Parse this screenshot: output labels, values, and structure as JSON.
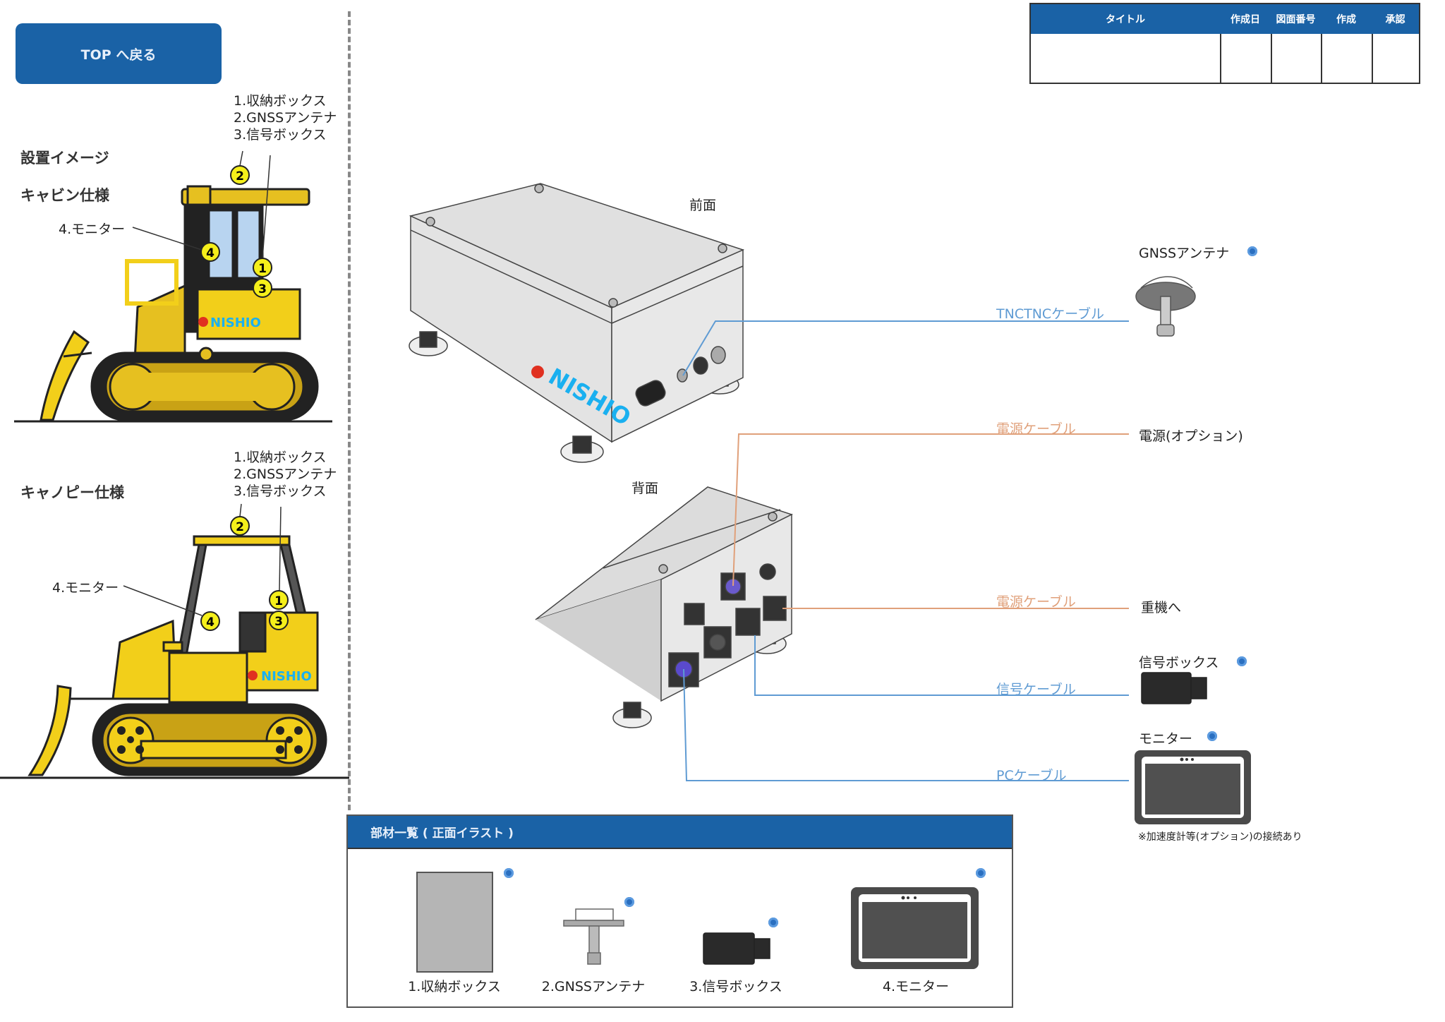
{
  "nav": {
    "back_button": "TOP へ戻る"
  },
  "left": {
    "section_title": "設置イメージ",
    "cabin": {
      "title": "キャビン仕様",
      "parts_list": [
        "1.収納ボックス",
        "2.GNSSアンテナ",
        "3.信号ボックス"
      ],
      "monitor_label": "4.モニター",
      "markers": [
        "1",
        "2",
        "3",
        "4"
      ],
      "logo": "NISHIO"
    },
    "canopy": {
      "title": "キャノピー仕様",
      "parts_list": [
        "1.収納ボックス",
        "2.GNSSアンテナ",
        "3.信号ボックス"
      ],
      "monitor_label": "4.モニター",
      "markers": [
        "1",
        "2",
        "3",
        "4"
      ],
      "logo": "NISHIO"
    }
  },
  "title_block": {
    "headers": [
      "タイトル",
      "作成日",
      "図面番号",
      "作成",
      "承認"
    ],
    "values": [
      "",
      "",
      "",
      "",
      ""
    ]
  },
  "diagram": {
    "front_label": "前面",
    "back_label": "背面",
    "box_logo": "NISHIO",
    "cables": [
      {
        "label": "TNCTNCケーブル",
        "color": "#5f9bd3",
        "target": "GNSSアンテナ"
      },
      {
        "label": "電源ケーブル",
        "color": "#e0a07a",
        "target": "電源(オプション)"
      },
      {
        "label": "電源ケーブル",
        "color": "#e0a07a",
        "target": "重機へ"
      },
      {
        "label": "信号ケーブル",
        "color": "#5f9bd3",
        "target": "信号ボックス"
      },
      {
        "label": "PCケーブル",
        "color": "#5f9bd3",
        "target": "モニター"
      }
    ],
    "monitor_note": "※加速度計等(オプション)の接続あり"
  },
  "parts_panel": {
    "title": "部材一覧 ( 正面イラスト )",
    "items": [
      "1.収納ボックス",
      "2.GNSSアンテナ",
      "3.信号ボックス",
      "4.モニター"
    ]
  },
  "colors": {
    "brand_blue": "#1a62a6",
    "machine_yellow": "#f2cf1a",
    "logo_blue": "#1ab0f0",
    "zoom_icon": "#2a6fc0"
  }
}
